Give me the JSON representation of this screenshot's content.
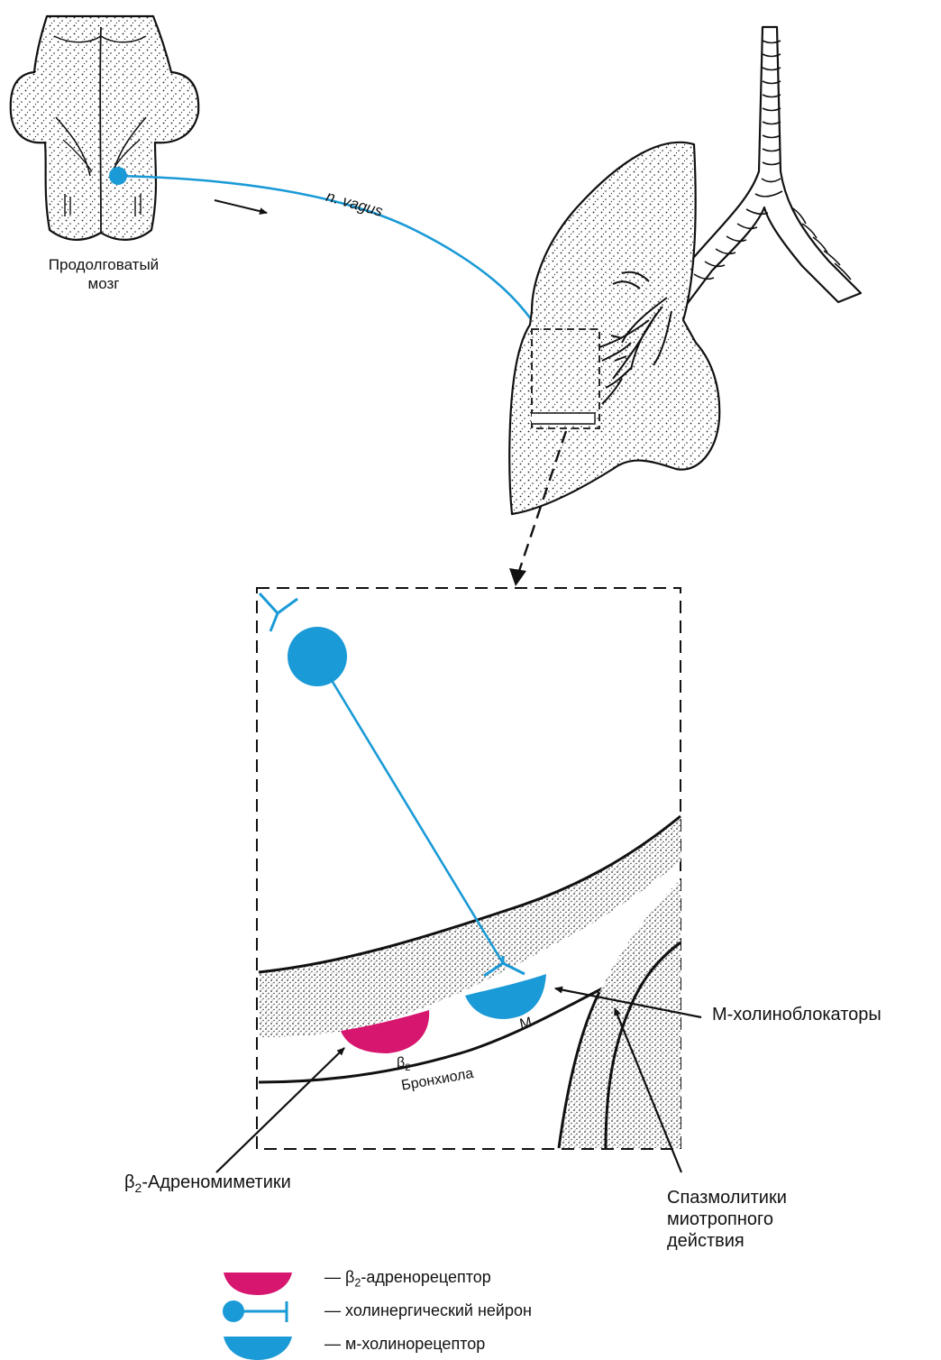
{
  "labels": {
    "medulla": [
      "Продолговатый",
      "мозг"
    ],
    "nerve": "n. vagus",
    "bronchiole": "Бронхиола",
    "beta2_small": "β",
    "beta2_sub": "2",
    "m_small": "М",
    "m_blockers": "М-холиноблокаторы",
    "beta2_agonists_prefix": "β",
    "beta2_agonists_sub": "2",
    "beta2_agonists_rest": "-Адреномиметики",
    "spasmolytics": [
      "Спазмолитики",
      "миотропного",
      "действия"
    ]
  },
  "legend": [
    {
      "key": "beta2",
      "dash": "—",
      "prefix": "β",
      "sub": "2",
      "rest": "-адренорецептор"
    },
    {
      "key": "neuron",
      "dash": "—",
      "prefix": "",
      "sub": "",
      "rest": "холинергический нейрон"
    },
    {
      "key": "m",
      "dash": "—",
      "prefix": "",
      "sub": "",
      "rest": "м-холинорецептор"
    }
  ],
  "colors": {
    "cholinergic": "#1a9ad6",
    "adrenergic": "#d6166f",
    "line": "#111111",
    "stipple": "#222222"
  }
}
